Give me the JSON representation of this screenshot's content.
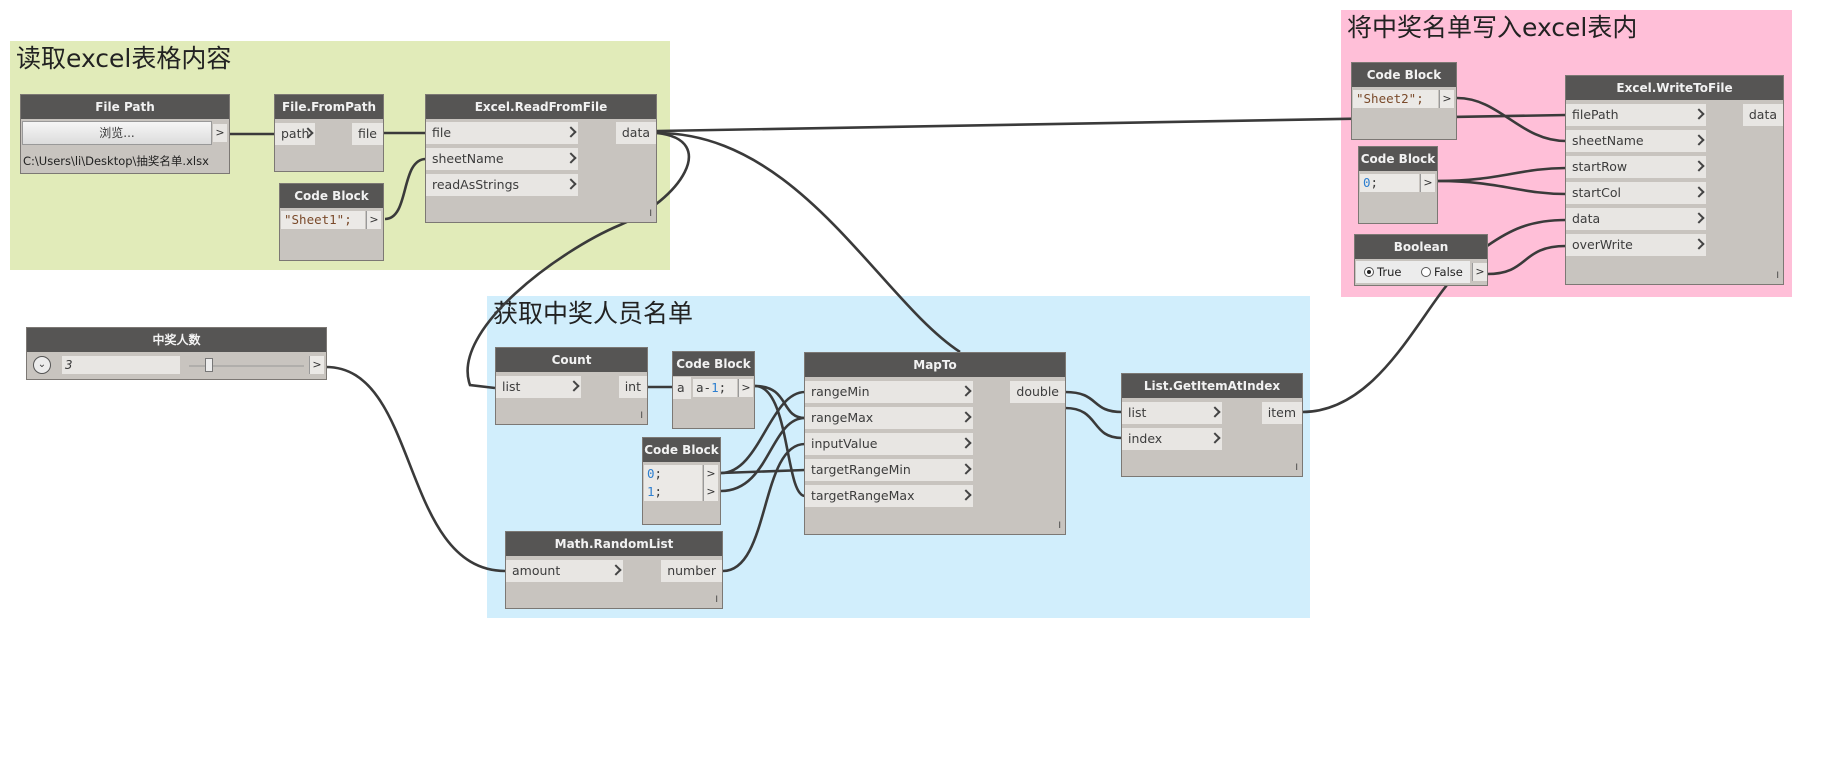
{
  "groups": {
    "read_excel": {
      "title": "读取excel表格内容",
      "color": "#e1ebb9"
    },
    "get_winners": {
      "title": "获取中奖人员名单",
      "color": "#d1eefc"
    },
    "write_excel": {
      "title": "将中奖名单写入excel表内",
      "color": "#ffbfd8"
    }
  },
  "nodes": {
    "file_path": {
      "title": "File Path",
      "button_label": "浏览...",
      "value": "C:\\Users\\li\\Desktop\\抽奖名单.xlsx",
      "output": ">"
    },
    "file_from_path": {
      "title": "File.FromPath",
      "input": "path",
      "output": "file"
    },
    "code_sheet1": {
      "title": "Code Block",
      "code": "\"Sheet1\";",
      "output": ">"
    },
    "excel_read": {
      "title": "Excel.ReadFromFile",
      "inputs": [
        "file",
        "sheetName",
        "readAsStrings"
      ],
      "output": "data",
      "lacing": "I"
    },
    "winner_count": {
      "title": "中奖人数",
      "value": "3",
      "output": ">"
    },
    "count": {
      "title": "Count",
      "input": "list",
      "output": "int",
      "lacing": "I"
    },
    "code_a_minus_1": {
      "title": "Code Block",
      "input": "a",
      "code_var": "a",
      "code_op": "-",
      "code_num": "1",
      "code_end": ";",
      "output": ">"
    },
    "code_0_1": {
      "title": "Code Block",
      "line1_num": "0",
      "line1_end": ";",
      "line2_num": "1",
      "line2_end": ";",
      "output": ">"
    },
    "map_to": {
      "title": "MapTo",
      "inputs": [
        "rangeMin",
        "rangeMax",
        "inputValue",
        "targetRangeMin",
        "targetRangeMax"
      ],
      "output": "double",
      "lacing": "I"
    },
    "math_random_list": {
      "title": "Math.RandomList",
      "input": "amount",
      "output": "number",
      "lacing": "I"
    },
    "list_get_item": {
      "title": "List.GetItemAtIndex",
      "inputs": [
        "list",
        "index"
      ],
      "output": "item",
      "lacing": "I"
    },
    "code_sheet2": {
      "title": "Code Block",
      "code": "\"Sheet2\";",
      "output": ">"
    },
    "code_0": {
      "title": "Code Block",
      "code_num": "0",
      "code_end": ";",
      "output": ">"
    },
    "boolean": {
      "title": "Boolean",
      "true_label": "True",
      "false_label": "False",
      "selected": "True",
      "output": ">"
    },
    "excel_write": {
      "title": "Excel.WriteToFile",
      "inputs": [
        "filePath",
        "sheetName",
        "startRow",
        "startCol",
        "data",
        "overWrite"
      ],
      "output": "data",
      "lacing": "I"
    }
  },
  "wire_color": "#3a3a3a"
}
